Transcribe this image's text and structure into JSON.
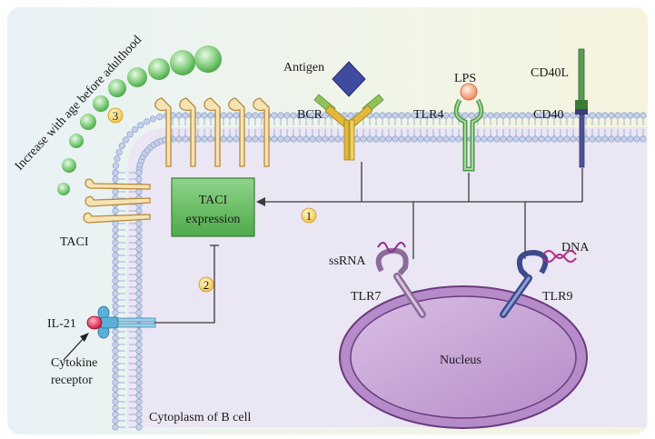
{
  "labels": {
    "increase": "Increase with age before adulthood",
    "taci": "TACI",
    "taci_expression_line1": "TACI",
    "taci_expression_line2": "expression",
    "antigen": "Antigen",
    "bcr": "BCR",
    "lps": "LPS",
    "tlr4": "TLR4",
    "cd40l": "CD40L",
    "cd40": "CD40",
    "ssrna": "ssRNA",
    "tlr7": "TLR7",
    "dna": "DNA",
    "tlr9": "TLR9",
    "il21": "IL-21",
    "cytokine_line1": "Cytokine",
    "cytokine_line2": "receptor",
    "nucleus": "Nucleus",
    "cytoplasm": "Cytoplasm of B cell"
  },
  "step_markers": [
    "1",
    "2",
    "3"
  ],
  "colors": {
    "membrane": "#8fa3cf",
    "cytoplasm": "#ece8f4",
    "taci_box": "#5cb85c",
    "antigen": "#3f4aa0",
    "bcr": "#e2b93b",
    "tlr4": "#4f9a4a",
    "nucleus": "#c9a6d6",
    "marker": "#f6d365"
  }
}
